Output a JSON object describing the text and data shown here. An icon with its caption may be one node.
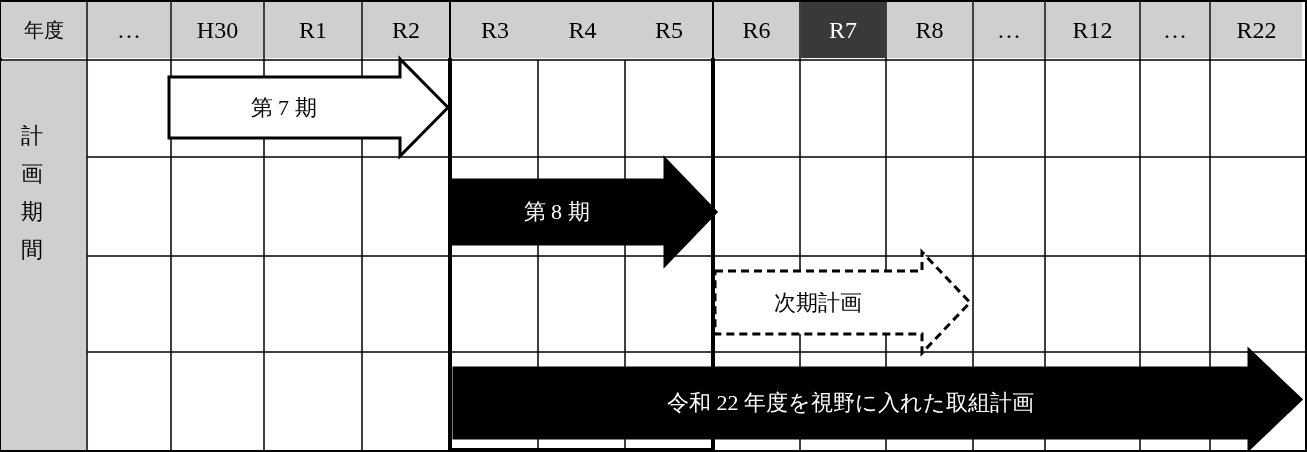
{
  "diagram": {
    "nodes": [
      {
        "text": [
          "第 7 期"
        ]
      },
      {
        "text": [
          "第 8 期"
        ]
      },
      {
        "text": [
          "次期計画"
        ]
      },
      {
        "text": [
          "令和 22 年度を視野に入れた取組計画"
        ]
      }
    ],
    "labels": [
      "年度",
      "…",
      "H30",
      "R1",
      "R2",
      "R3",
      "R4",
      "R5",
      "R6",
      "R7",
      "R8",
      "…",
      "R12",
      "…",
      "R22",
      "計画期間"
    ]
  }
}
